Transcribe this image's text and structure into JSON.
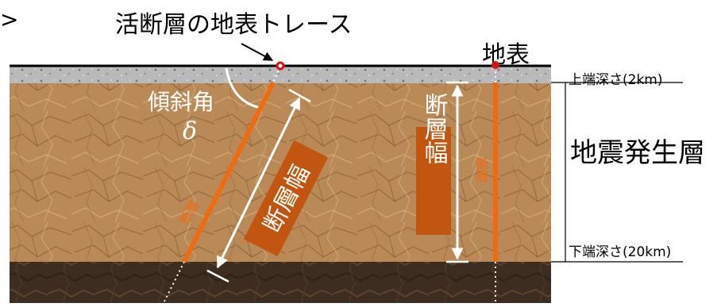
{
  "title": "活断層の地表トレース",
  "marker": ">",
  "surface_label": "地表",
  "top_depth_label": "上端深さ(2km)",
  "bottom_depth_label": "下端深さ(20km)",
  "layer_label": "地震発生層",
  "dip_angle_label": "傾斜角",
  "dip_symbol": "δ",
  "fault_label": "断層",
  "fault_width_label": "断層幅",
  "colors": {
    "fault": "#f26a10",
    "label_box": "#c2550f",
    "surface_layer": "#b9b9b9",
    "seismogenic_layer": "#b98a57",
    "deep_layer": "#3d2c20"
  }
}
